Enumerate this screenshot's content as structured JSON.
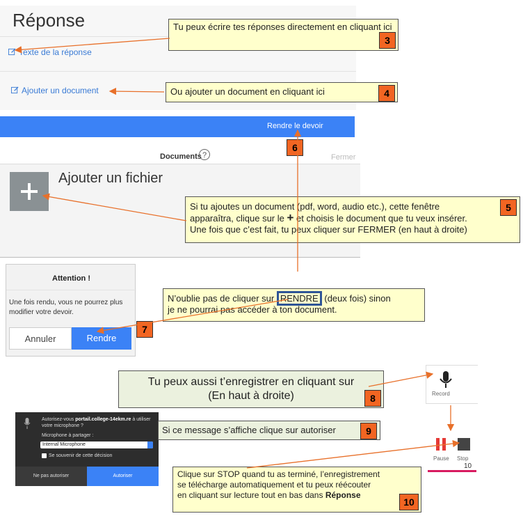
{
  "response_panel": {
    "title": "Réponse",
    "answer_link": "Texte de la réponse",
    "add_doc_link": "Ajouter un document"
  },
  "submit_bar": {
    "label": "Rendre le devoir",
    "color": "#3b82f6"
  },
  "documents_panel": {
    "title": "Documents",
    "help_glyph": "?",
    "close_label": "Fermer",
    "add_file_label": "Ajouter un fichier",
    "add_icon": "plus-icon"
  },
  "alert_dialog": {
    "title": "Attention !",
    "message": "Une fois rendu, vous ne pourrez plus modifier votre devoir.",
    "cancel_label": "Annuler",
    "confirm_label": "Rendre"
  },
  "mic_dialog": {
    "prompt_prefix": "Autorisez-vous",
    "prompt_domain": "portail.college-14ekm.re",
    "prompt_suffix": "à utiliser votre microphone ?",
    "share_label": "Microphone à partager :",
    "select_value": "Internal Microphone",
    "remember_label": "Se souvenir de cette décision",
    "deny_label": "Ne pas autoriser",
    "allow_label": "Autoriser"
  },
  "record_widget": {
    "record_label": "Record",
    "pause_label": "Pause",
    "stop_label": "Stop",
    "timer": "10"
  },
  "callouts": {
    "c3": {
      "text": "Tu peux écrire tes réponses directement en cliquant ici",
      "number": "3"
    },
    "c4": {
      "text": "Ou ajouter un document en cliquant ici",
      "number": "4"
    },
    "c5": {
      "line1": "Si tu ajoutes un document (pdf, word, audio etc.), cette fenêtre",
      "line2a": "apparaîtra, clique sur le",
      "line2plus": "+",
      "line2b": "et choisis le document que tu veux insérer.",
      "line3": "Une fois que c’est fait, tu peux cliquer sur FERMER (en haut à droite)",
      "number": "5"
    },
    "c6": {
      "number": "6"
    },
    "c7": {
      "text_a": "N’oublie pas de cliquer sur",
      "highlight": "RENDRE",
      "text_b": "(deux fois) sinon",
      "line2": "je ne pourrai pas accéder à ton document.",
      "number": "7"
    },
    "c8": {
      "line1": "Tu peux aussi t’enregistrer en cliquant sur",
      "line2": "(En haut à droite)",
      "number": "8"
    },
    "c9": {
      "text": "Si ce message s’affiche clique sur autoriser",
      "number": "9"
    },
    "c10": {
      "line1": "Clique sur STOP quand tu as terminé, l’enregistrement",
      "line2": "se télécharge automatiquement et tu peux réécouter",
      "line3a": "en cliquant sur lecture tout en bas dans",
      "line3b": "Réponse",
      "number": "10"
    }
  },
  "colors": {
    "arrow": "#e8702a",
    "number_box": "#f26522",
    "callout_yellow": "#ffffcc",
    "callout_green": "#ebf1de",
    "highlight_border": "#2f5597"
  }
}
